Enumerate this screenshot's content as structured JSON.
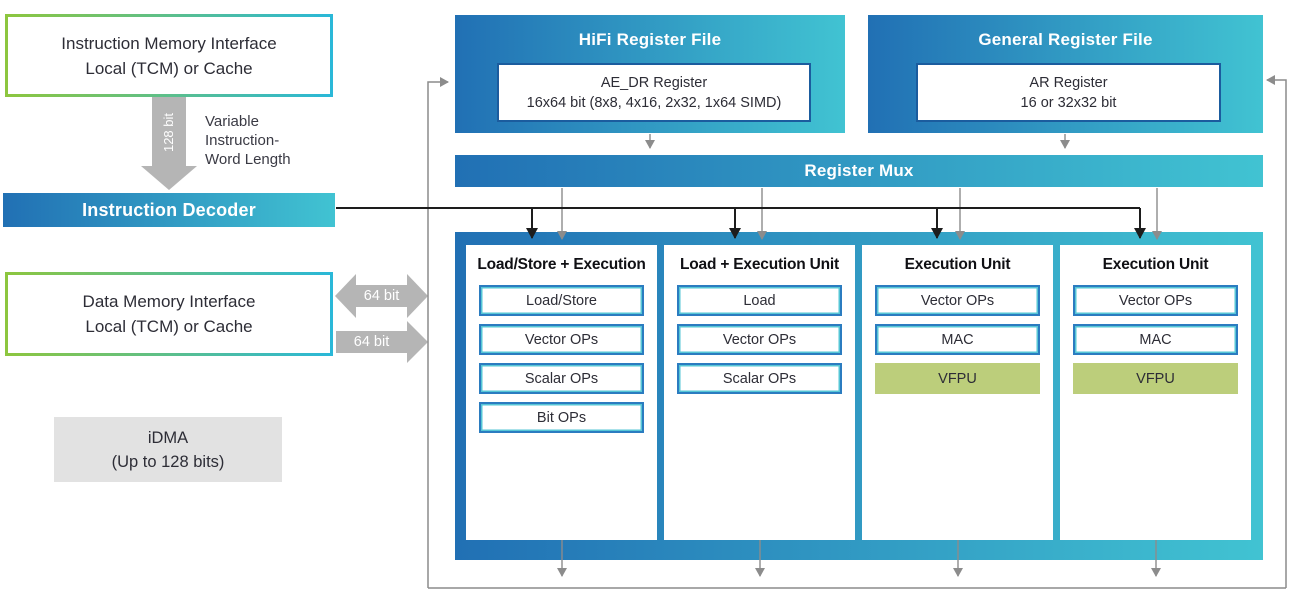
{
  "colors": {
    "bar_gradient_start": "#2170b4",
    "bar_gradient_end": "#41c3d2",
    "border_gradient_green": "#8dc63f",
    "border_gradient_cyan": "#2ab8d8",
    "inner_register_border": "#1b5c9e",
    "block_border_blue": "#2b7cc0",
    "block_border_inner_cyan": "#55c6d6",
    "vfpu_fill": "#bcce7b",
    "idma_fill": "#e2e2e2",
    "thick_arrow_gray": "#b5b5b5",
    "thin_line_gray": "#8c8c8c",
    "line_black": "#1d1d1d"
  },
  "memory": {
    "instruction_memory": {
      "line1": "Instruction Memory Interface",
      "line2": "Local (TCM) or Cache"
    },
    "data_memory": {
      "line1": "Data Memory Interface",
      "line2": "Local (TCM) or Cache"
    }
  },
  "buses": {
    "instruction_width": "128 bit",
    "note_line1": "Variable",
    "note_line2": "Instruction-",
    "note_line3": "Word Length",
    "data_width_top": "64 bit",
    "data_width_bottom": "64 bit"
  },
  "instruction_decoder": {
    "label": "Instruction Decoder"
  },
  "idma": {
    "line1": "iDMA",
    "line2": "(Up to 128 bits)"
  },
  "register_files": {
    "hifi": {
      "title": "HiFi Register File",
      "register": {
        "line1": "AE_DR Register",
        "line2": "16x64 bit (8x8, 4x16, 2x32, 1x64 SIMD)"
      }
    },
    "general": {
      "title": "General Register File",
      "register": {
        "line1": "AR Register",
        "line2": "16 or 32x32 bit"
      }
    }
  },
  "register_mux": {
    "label": "Register Mux"
  },
  "execution_units": [
    {
      "title": "Load/Store + Execution",
      "blocks": [
        "Load/Store",
        "Vector OPs",
        "Scalar OPs",
        "Bit OPs"
      ]
    },
    {
      "title": "Load + Execution Unit",
      "blocks": [
        "Load",
        "Vector OPs",
        "Scalar OPs"
      ]
    },
    {
      "title": "Execution Unit",
      "blocks": [
        "Vector OPs",
        "MAC",
        "VFPU"
      ]
    },
    {
      "title": "Execution Unit",
      "blocks": [
        "Vector OPs",
        "MAC",
        "VFPU"
      ]
    }
  ]
}
